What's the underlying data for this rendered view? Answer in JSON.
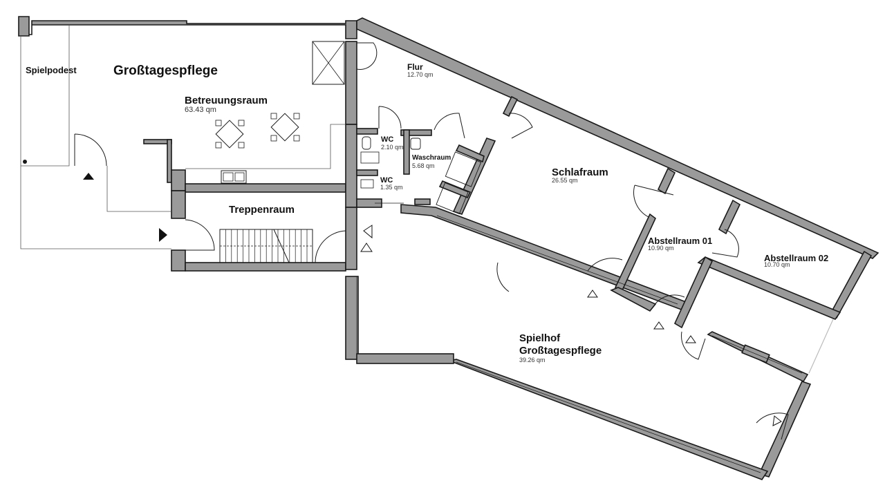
{
  "plan_title": "Großtagespflege",
  "rooms": {
    "spielpodest": {
      "name": "Spielpodest"
    },
    "betreuungsraum": {
      "name": "Betreuungsraum",
      "area": "63.43 qm"
    },
    "flur": {
      "name": "Flur",
      "area": "12.70 qm"
    },
    "wc1": {
      "name": "WC",
      "area": "2.10 qm"
    },
    "wc2": {
      "name": "WC",
      "area": "1.35 qm"
    },
    "waschraum": {
      "name": "Waschraum",
      "area": "5.68 qm"
    },
    "schlafraum": {
      "name": "Schlafraum",
      "area": "26.55 qm"
    },
    "treppenraum": {
      "name": "Treppenraum"
    },
    "abstellraum01": {
      "name": "Abstellraum 01",
      "area": "10.90 qm"
    },
    "abstellraum02": {
      "name": "Abstellraum 02",
      "area": "10.70 qm"
    },
    "spielhof": {
      "name_line1": "Spielhof",
      "name_line2": "Großtagespflege",
      "area": "39.26 qm"
    }
  },
  "colors": {
    "wall_fill": "#9a9a9a",
    "line": "#1a1a1a",
    "background": "#ffffff",
    "accent_block": "#555555"
  }
}
